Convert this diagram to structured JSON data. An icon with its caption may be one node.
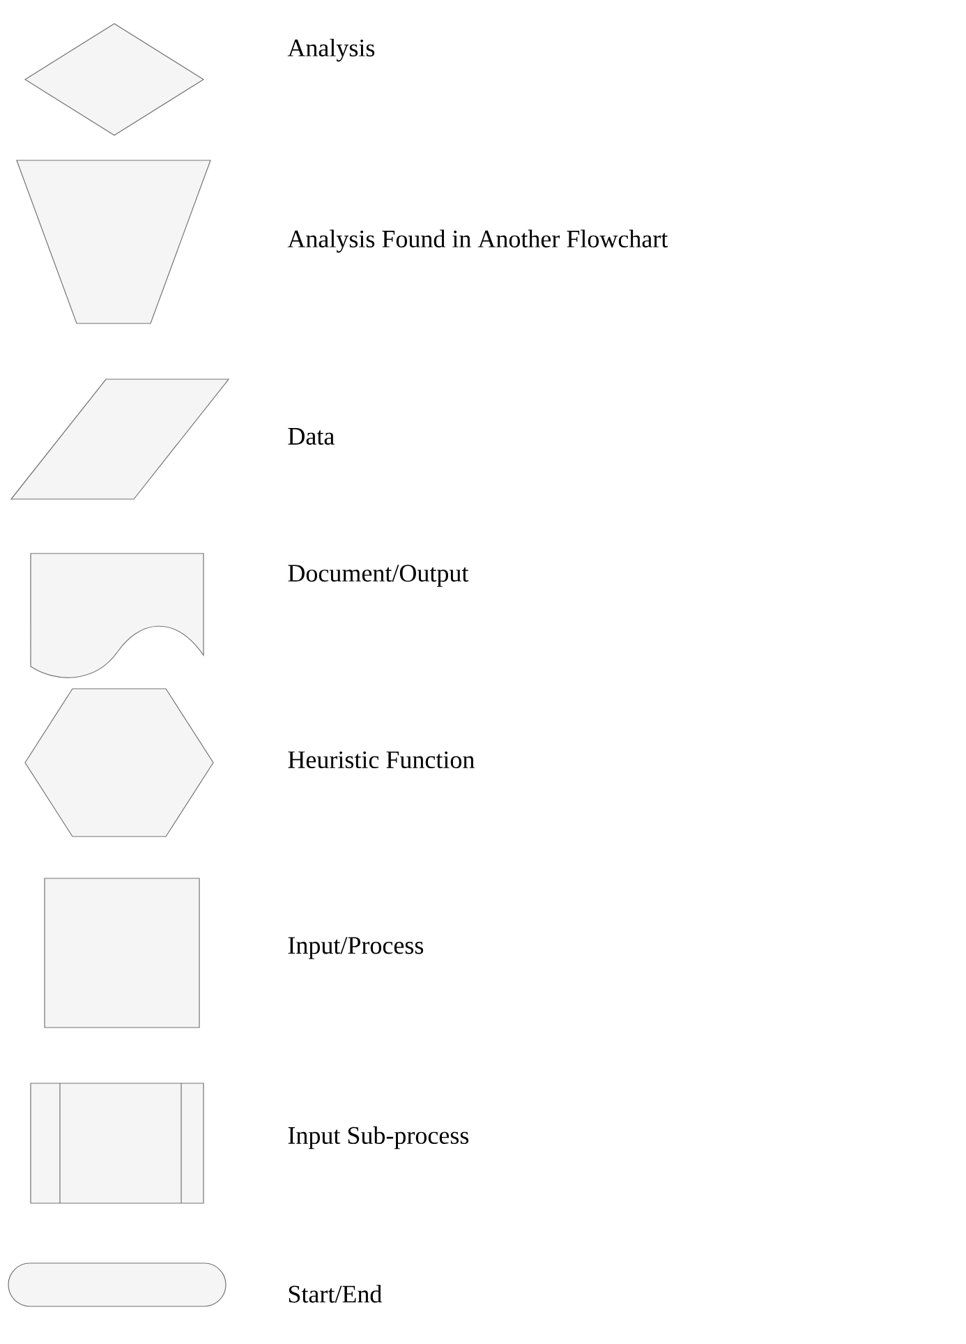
{
  "diagram": {
    "nodes": [
      {
        "text": [],
        "shape": "diamond",
        "beside": [
          "Analysis"
        ]
      },
      {
        "text": [],
        "shape": "trapezoid",
        "beside": [
          "Analysis Found in Another Flowchart"
        ]
      },
      {
        "text": [],
        "shape": "parallelogram",
        "beside": [
          "Data"
        ]
      },
      {
        "text": [],
        "shape": "document",
        "beside": [
          "Document/Output"
        ]
      },
      {
        "text": [],
        "shape": "hexagon",
        "beside": [
          "Heuristic Function"
        ]
      },
      {
        "text": [],
        "shape": "box",
        "beside": [
          "Input/Process"
        ]
      },
      {
        "text": [],
        "shape": "subprocess",
        "beside": [
          "Input Sub-process"
        ]
      },
      {
        "text": [],
        "shape": "terminator",
        "beside": [
          "Start/End"
        ]
      }
    ]
  }
}
